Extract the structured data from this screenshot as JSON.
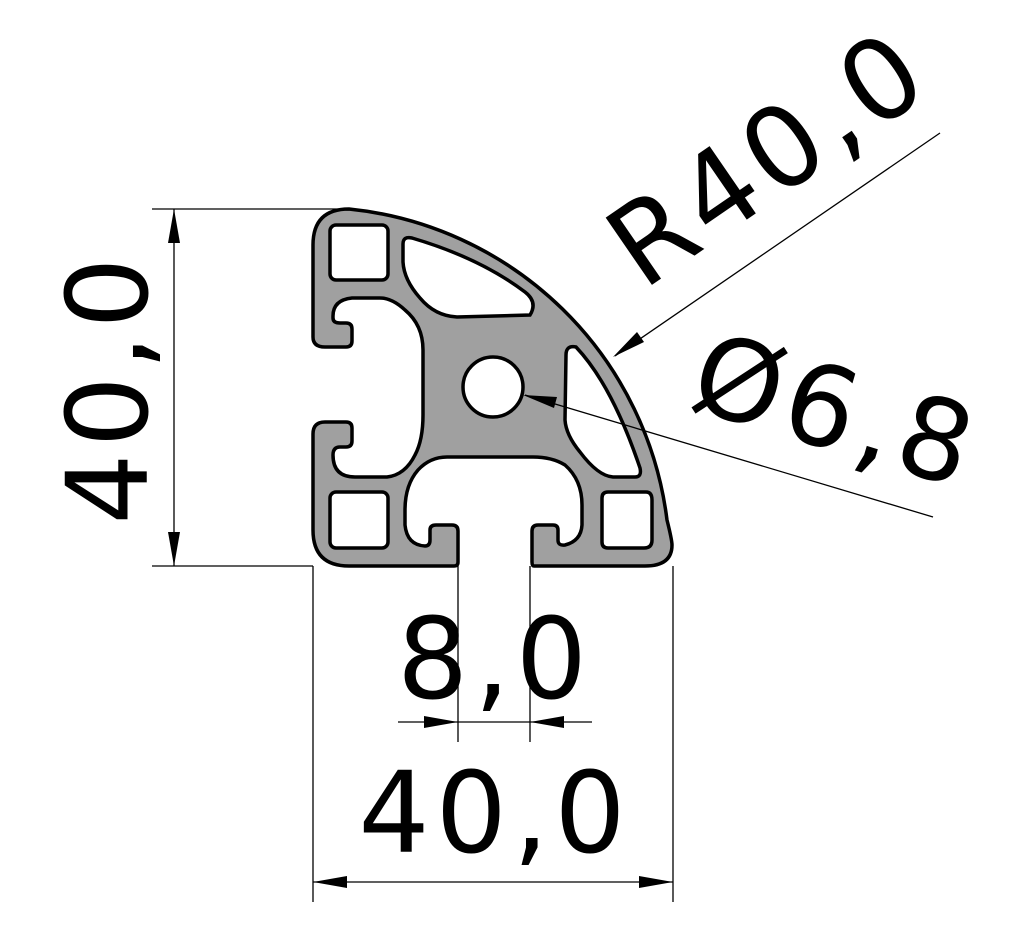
{
  "drawing": {
    "title": "Aluminium profile 40x40 quarter-round cross-section",
    "colors": {
      "profile_fill": "#a0a0a0",
      "outline": "#000000",
      "background": "#ffffff"
    },
    "dimensions": {
      "height": "40,0",
      "width": "40,0",
      "slot_width": "8,0",
      "radius": "R40,0",
      "bore_diameter": "Ø6,8"
    }
  }
}
